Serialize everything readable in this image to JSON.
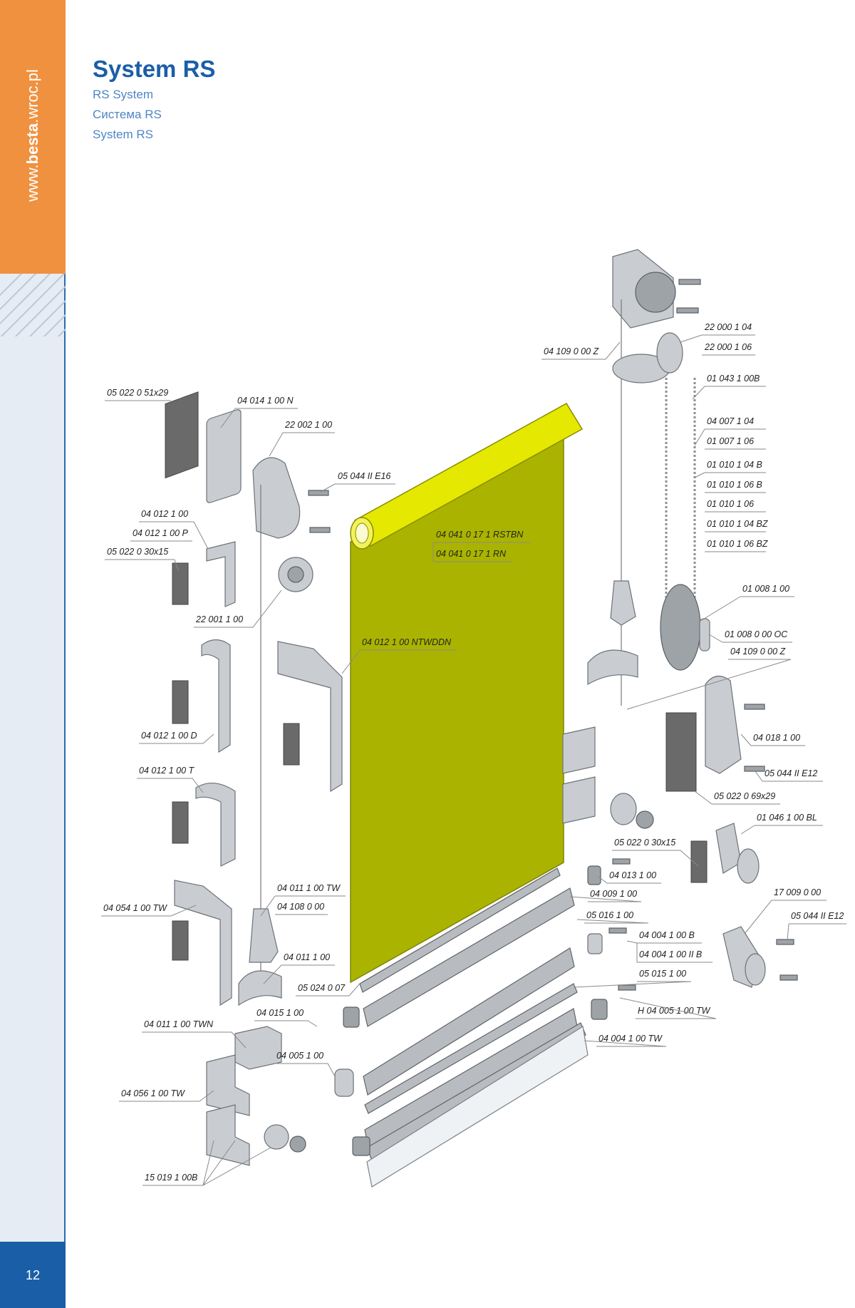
{
  "sidebar": {
    "url_prefix": "www.",
    "url_brand": "besta",
    "url_suffix": ".wroc.pl",
    "page_number": "12"
  },
  "header": {
    "title": "System RS",
    "subtitles": [
      "RS System",
      "Система RS",
      "System RS"
    ]
  },
  "colors": {
    "brand_blue": "#1b5ea8",
    "accent_orange": "#f0913f",
    "fabric": "#aab400",
    "tube_yellow": "#e5e800"
  },
  "labels": {
    "l01": "05 022 0 51x29",
    "l02": "04 014 1 00 N",
    "l03": "22 002 1 00",
    "l04": "05 044 II E16",
    "l05": "04 012 1 00",
    "l06": "04 012 1 00 P",
    "l07": "05 022 0 30x15",
    "l08": "22 001 1 00",
    "l09": "04 041 0 17 1 RSTBN",
    "l10": "04 041 0 17 1 RN",
    "l11": "04 012 1 00 NTWDDN",
    "l12": "04 012 1 00 D",
    "l13": "04 012 1 00 T",
    "l14": "04 011 1 00 TW",
    "l15": "04 108 0 00",
    "l16": "04 054 1 00 TW",
    "l17": "04 011 1 00",
    "l18": "05 024 0 07",
    "l19": "04 015 1 00",
    "l20": "04 011 1 00 TWN",
    "l21": "04 005 1 00",
    "l22": "04 056 1 00 TW",
    "l23": "15 019 1 00B",
    "l24": "04 109 0 00 Z",
    "l25": "22 000 1 04",
    "l26": "22 000 1 06",
    "l27": "01 043 1 00B",
    "l28": "04 007 1 04",
    "l29": "01 007 1 06",
    "l30": "01 010 1 04 B",
    "l31": "01 010 1 06 B",
    "l32": "01 010 1 06",
    "l33": "01 010 1 04 BZ",
    "l34": "01 010 1 06 BZ",
    "l35": "01 008 1 00",
    "l36": "01 008 0 00 OC",
    "l37": "04 109 0 00 Z",
    "l38": "04 018 1 00",
    "l39": "05 044 II E12",
    "l40": "05 022 0 69x29",
    "l41": "01 046 1 00 BL",
    "l42": "05 022 0 30x15",
    "l43": "04 013 1 00",
    "l44": "04 009 1 00",
    "l45": "17 009 0 00",
    "l46": "05 044 II E12",
    "l47": "05 016 1 00",
    "l48": "04 004 1 00 B",
    "l49": "04 004 1 00 II B",
    "l50": "05 015 1 00",
    "l51": "H 04 005 1 00 TW",
    "l52": "04 004 1 00 TW"
  }
}
